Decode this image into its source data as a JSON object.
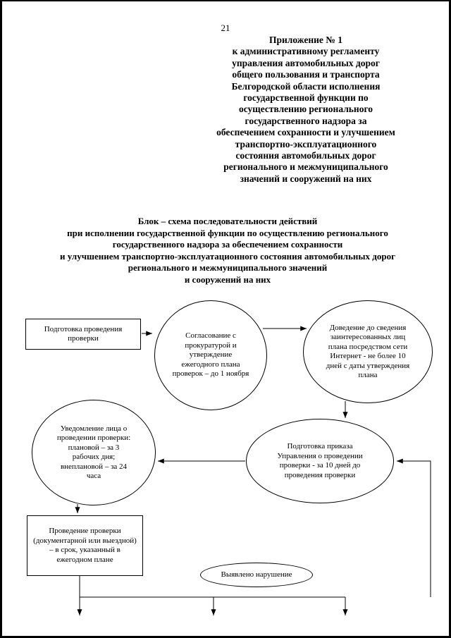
{
  "page": {
    "number": "21",
    "appendix_header": "Приложение № 1\nк административному регламенту\nуправления автомобильных дорог\nобщего пользования и транспорта\nБелгородской области исполнения\nгосударственной функции по\nосуществлению регионального\nгосударственного надзора за\nобеспечением сохранности и улучшением\nтранспортно-эксплуатационного\nсостояния автомобильных дорог\nрегионального и межмуниципального\nзначений и сооружений на них",
    "title": "Блок – схема последовательности действий\nпри исполнении государственной функции по осуществлению регионального\nгосударственного надзора за обеспечением сохранности\nи улучшением транспортно-эксплуатационного состояния автомобильных дорог\nрегионального и межмуниципального значений\nи сооружений на них"
  },
  "colors": {
    "ink": "#000000",
    "paper": "#ffffff"
  },
  "flowchart": {
    "nodes": {
      "podgotovka": "Подготовка проведения проверки",
      "soglasovanie": "Согласование с прокуратурой и утверждение ежегодного плана проверок – до 1 ноября",
      "dovedenie": "Доведение до сведения заинтересованных лиц плана посредством сети Интернет - не более 10 дней с даты утверждения плана",
      "prikaz": "Подготовка приказа Управления о проведении проверки - за 10 дней до проведения проверки",
      "uvedomlenie": "Уведомление лица о проведении проверки: плановой – за 3 рабочих дня; внеплановой – за 24 часа",
      "provedenie": "Проведение проверки (документарной или выездной) – в срок, указанный в ежегодном плане",
      "narushenie": "Выявлено нарушение"
    }
  }
}
